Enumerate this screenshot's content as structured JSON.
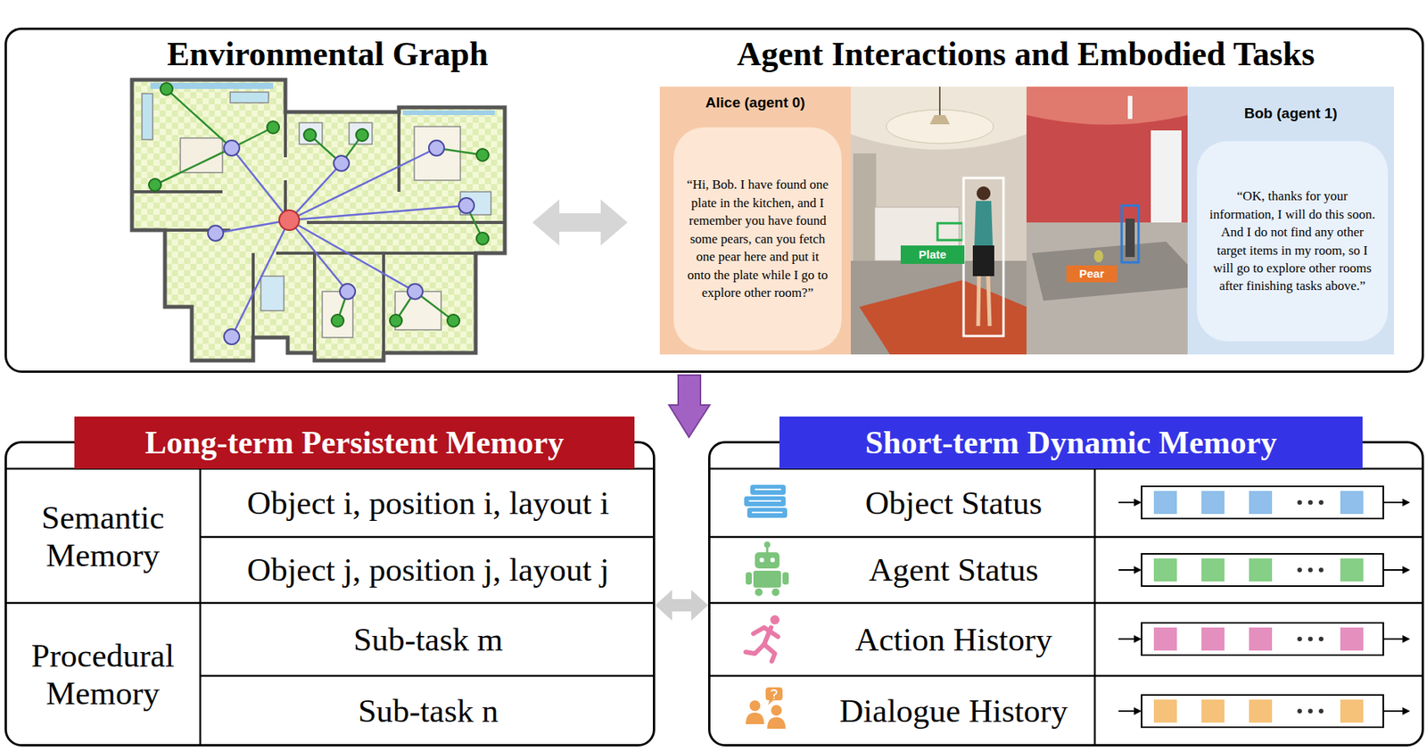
{
  "diagram": {
    "nodes": [
      {
        "text": [
          "Environmental Graph",
          "Agent Interactions and Embodied Tasks"
        ]
      },
      {
        "text": [
          "Alice (agent 0)",
          "“Hi, Bob. I have found one plate in the kitchen, and I remember you have found some pears, can you fetch one pear here and put it onto the plate while I go to explore other room?”"
        ],
        "in": 0
      },
      {
        "text": [
          "Bob (agent 1)",
          "“OK, thanks for your information, I will do this soon. And I do not find any other target items in my room, so I will go to explore other rooms after finishing tasks above.”"
        ],
        "in": 0
      },
      {
        "text": [
          "Long-term Persistent Memory"
        ]
      },
      {
        "text": [
          "Short-term Dynamic Memory"
        ]
      }
    ],
    "edges": [
      {
        "from": 3,
        "to": 4,
        "arrow": "both"
      }
    ],
    "labels": [
      "Plate",
      "Pear",
      "Semantic Memory",
      "Object i, position i, layout i",
      "Object j, position j, layout j",
      "Procedural Memory",
      "Sub-task m",
      "Sub-task n",
      "Object Status",
      "Agent Status",
      "Action History",
      "Dialogue History"
    ]
  }
}
